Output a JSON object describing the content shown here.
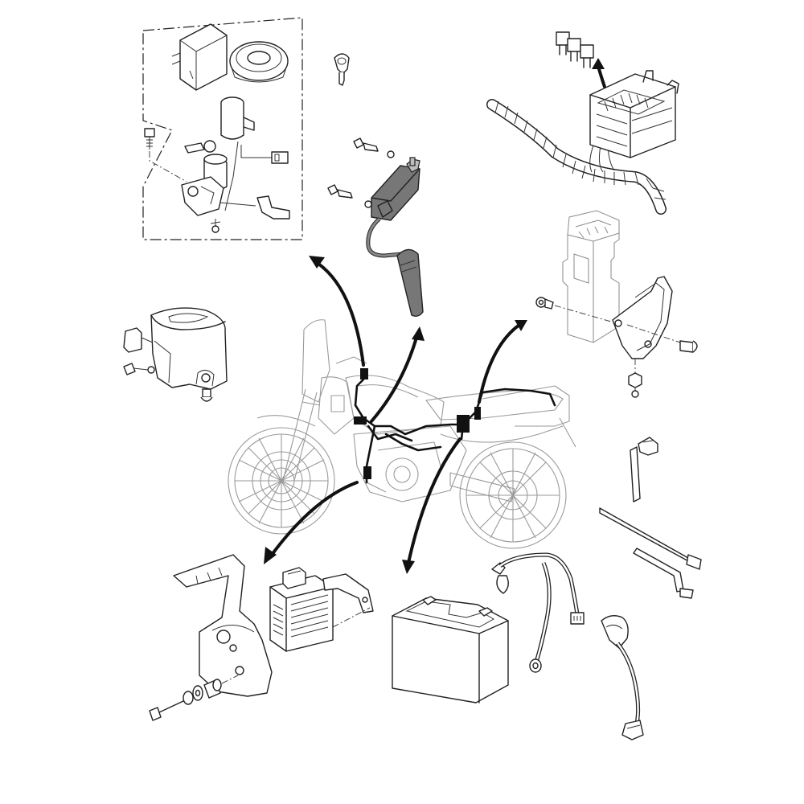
{
  "diagram": {
    "type": "exploded-parts-diagram",
    "parts": [
      {
        "id": "ignition-lock-set",
        "icon": "key-lock-icon"
      },
      {
        "id": "ignition-key",
        "icon": "key-icon"
      },
      {
        "id": "ignition-coil",
        "icon": "coil-icon"
      },
      {
        "id": "fuse-box",
        "icon": "fuse-icon"
      },
      {
        "id": "ecu-unit",
        "icon": "ecu-icon"
      },
      {
        "id": "cover-bracket",
        "icon": "cover-icon"
      },
      {
        "id": "cable-band",
        "icon": "band-icon"
      },
      {
        "id": "cable-ties",
        "icon": "tie-icon"
      },
      {
        "id": "rectifier-regulator",
        "icon": "regulator-icon"
      },
      {
        "id": "battery",
        "icon": "battery-icon"
      },
      {
        "id": "battery-cables",
        "icon": "cable-icon"
      },
      {
        "id": "starter-lead",
        "icon": "lead-icon"
      },
      {
        "id": "motorcycle-harness",
        "icon": "motorcycle-icon"
      }
    ],
    "colors": {
      "line": "#222222",
      "bike": "#9a9a9a",
      "arrow": "#111111",
      "coil": "#777777"
    }
  }
}
